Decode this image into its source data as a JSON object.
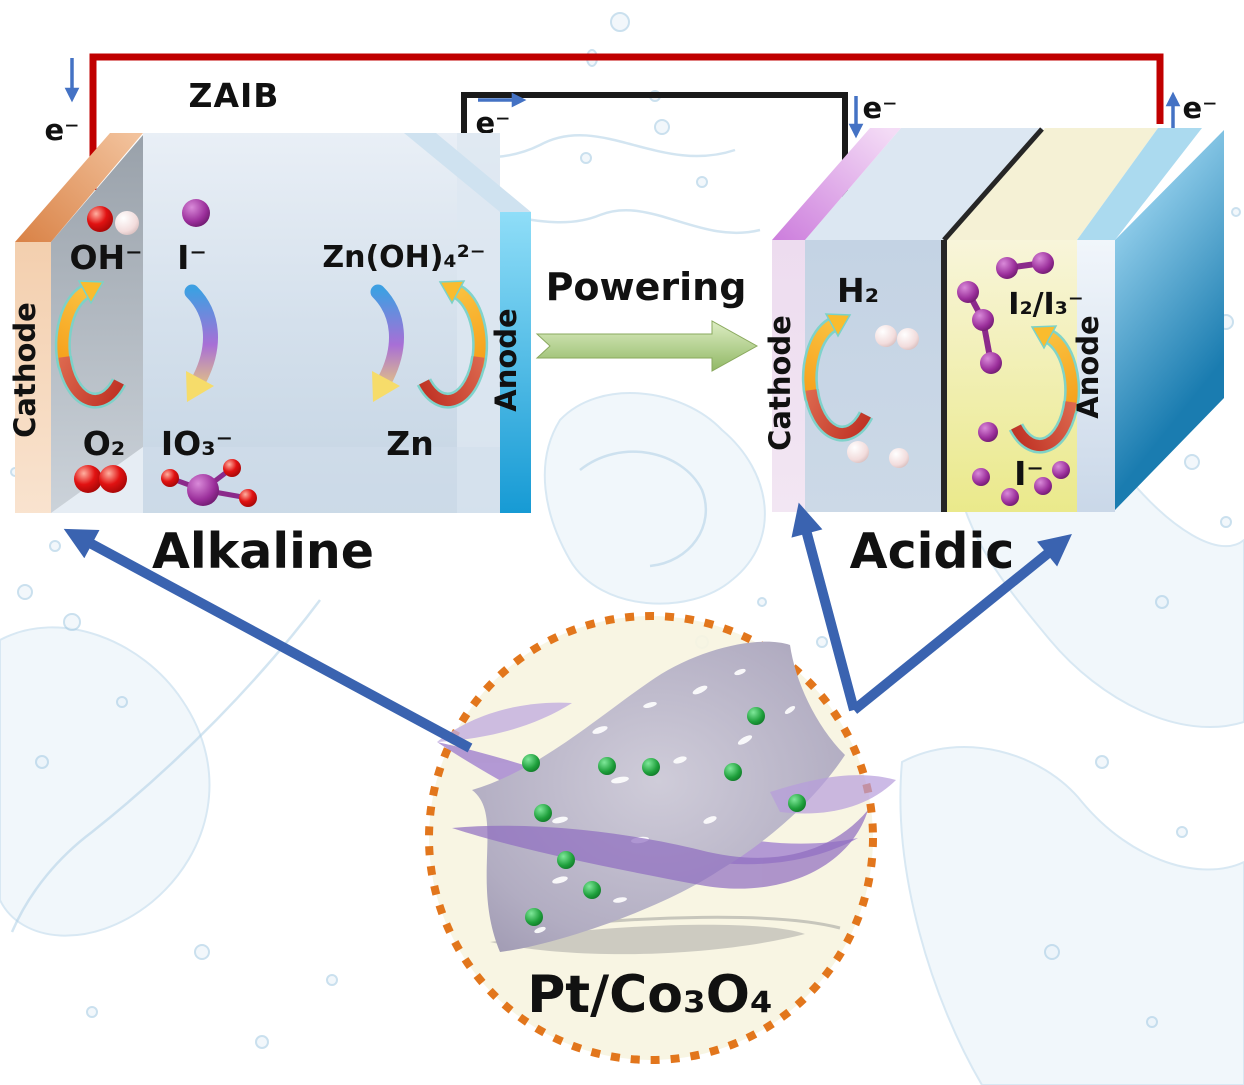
{
  "figure": {
    "zaib_label": "ZAIB",
    "powering_label": "Powering",
    "electron_label": "e⁻"
  },
  "left_cell": {
    "name": "Alkaline",
    "cathode_label": "Cathode",
    "anode_label": "Anode",
    "species": {
      "hydroxide": "OH⁻",
      "iodide": "I⁻",
      "zincate": "Zn(OH)₄²⁻",
      "oxygen": "O₂",
      "iodate": "IO₃⁻",
      "zinc": "Zn"
    }
  },
  "right_cell": {
    "name": "Acidic",
    "cathode_label": "Cathode",
    "anode_label": "Anode",
    "species": {
      "hydrogen": "H₂",
      "iodine_triiodide": "I₂/I₃⁻",
      "iodide": "I⁻"
    }
  },
  "catalyst": {
    "label": "Pt/Co₃O₄"
  },
  "colors": {
    "wire_positive_red": "#c00000",
    "wire_negative_black": "#1a1a1a",
    "electron_arrow_blue": "#4472c4",
    "link_arrow_blue": "#3a63b0",
    "powering_arrow_green": "#a6c87b",
    "catalyst_circle_orange": "#e2761c",
    "pt_particle_green": "#1fa03c",
    "iodine_purple": "#993399",
    "oxygen_red": "#dd1111",
    "left_cathode_orange": "#e89a62",
    "left_anode_cyan": "#2aa4da",
    "right_cathode_pink": "#e9d4ec",
    "acidic_catholyte_yellow": "#eeec94"
  }
}
